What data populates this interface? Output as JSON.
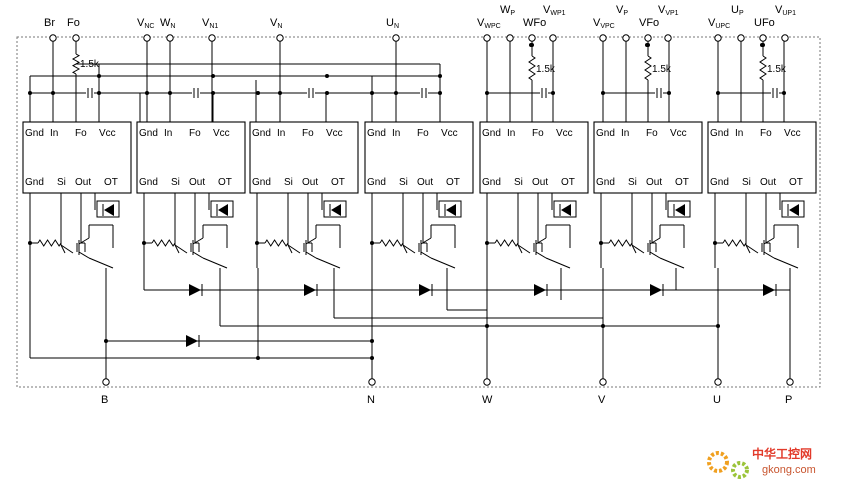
{
  "top_labels": {
    "br": "Br",
    "fo": "Fo",
    "vnc": {
      "main": "V",
      "sub": "NC"
    },
    "wn": {
      "main": "W",
      "sub": "N"
    },
    "vn1": {
      "main": "V",
      "sub": "N1"
    },
    "vn": {
      "main": "V",
      "sub": "N"
    },
    "un": {
      "main": "U",
      "sub": "N"
    },
    "vwpc": {
      "main": "V",
      "sub": "WPC"
    },
    "wp": {
      "main": "W",
      "sub": "P"
    },
    "wfo": "WFo",
    "vwp1": {
      "main": "V",
      "sub": "WP1"
    },
    "vvpc": {
      "main": "V",
      "sub": "VPC"
    },
    "vp": {
      "main": "V",
      "sub": "P"
    },
    "vfo": "VFo",
    "vvp1": {
      "main": "V",
      "sub": "VP1"
    },
    "vupc": {
      "main": "V",
      "sub": "UPC"
    },
    "up": {
      "main": "U",
      "sub": "P"
    },
    "ufo": "UFo",
    "vup1": {
      "main": "V",
      "sub": "UP1"
    }
  },
  "resistor_label": "1.5k",
  "ic_pins": {
    "top": [
      "Gnd",
      "In",
      "Fo",
      "Vcc"
    ],
    "bottom": [
      "Gnd",
      "Si",
      "Out",
      "OT"
    ]
  },
  "bottom_labels": [
    "B",
    "N",
    "W",
    "V",
    "U",
    "P"
  ],
  "watermark": {
    "brand": "中华工控网",
    "url": "gkong.com"
  }
}
